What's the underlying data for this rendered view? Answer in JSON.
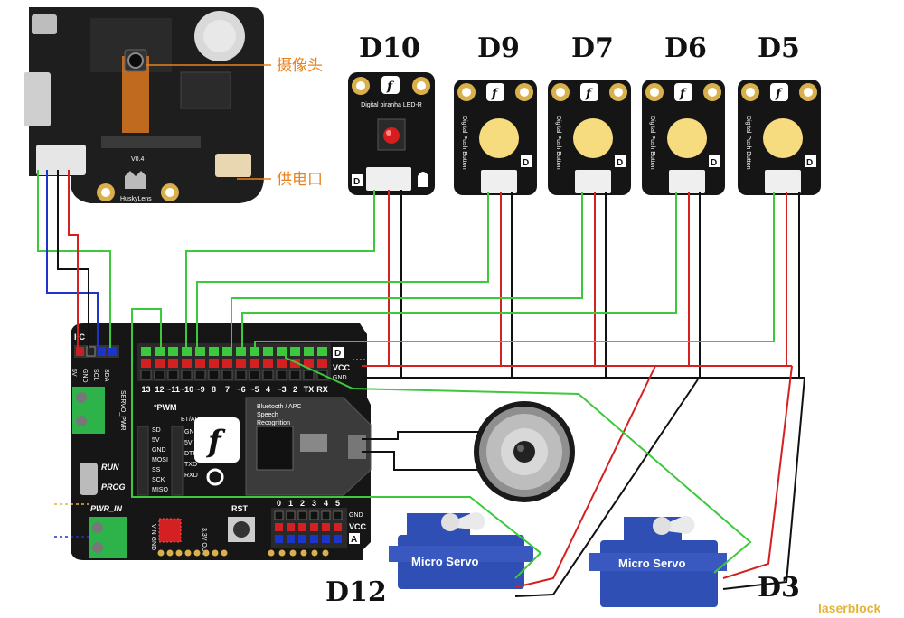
{
  "colors": {
    "wire_green": "#3cc93c",
    "wire_red": "#d42020",
    "wire_black": "#111111",
    "wire_blue": "#1d34c8",
    "board": "#1b1b1b",
    "button_cap": "#f6dc7e",
    "servo_blue": "#2f4fb4",
    "label_orange": "#e8821e"
  },
  "huskylens": {
    "camera_label": "摄像头",
    "power_label": "供电口",
    "version": "V0.4",
    "brand": "HuskyLens"
  },
  "modules": [
    {
      "id": "D10",
      "label": "D10",
      "title": "Digital piranha LED-R",
      "pin": "D"
    },
    {
      "id": "D9",
      "label": "D9",
      "title": "Digital Push Button",
      "pin": "D"
    },
    {
      "id": "D7",
      "label": "D7",
      "title": "Digital Push Button",
      "pin": "D"
    },
    {
      "id": "D6",
      "label": "D6",
      "title": "Digital Push Button",
      "pin": "D"
    },
    {
      "id": "D5",
      "label": "D5",
      "title": "Digital Push Button",
      "pin": "D"
    }
  ],
  "shield": {
    "i2c": "I²C",
    "i2c_pins": [
      "5V",
      "GND",
      "SCL",
      "SDA"
    ],
    "digital_pins": [
      "13",
      "12",
      "~11",
      "~10",
      "~9",
      "8",
      "7",
      "~6",
      "~5",
      "4",
      "~3",
      "2",
      "TX",
      "RX"
    ],
    "row_labels": [
      "D",
      "VCC",
      "GND"
    ],
    "servo_pwr": "SERVO_PWR",
    "pwm": "*PWM",
    "bt_apc": "BT/APC",
    "bt_pins": [
      "GND",
      "5V",
      "DTR",
      "TXD",
      "RXD"
    ],
    "spi_pins": [
      "SD",
      "5V",
      "GND",
      "MOSI",
      "SS",
      "SCK",
      "MISO"
    ],
    "run": "RUN",
    "prog": "PROG",
    "pwr_in": "PWR_IN",
    "vin_gnd": "VIN GND",
    "out": "3.3V OUT",
    "rst": "RST",
    "analog_pins": [
      "0",
      "1",
      "2",
      "3",
      "4",
      "5"
    ],
    "analog_row_labels": [
      "GND",
      "VCC",
      "A"
    ],
    "speech_lines": [
      "Bluetooth / APC",
      "Speech",
      "Recognition"
    ]
  },
  "servos": [
    {
      "label": "D12",
      "text": "Micro Servo"
    },
    {
      "label": "D3",
      "text": "Micro Servo"
    }
  ],
  "watermark": "laserblock"
}
